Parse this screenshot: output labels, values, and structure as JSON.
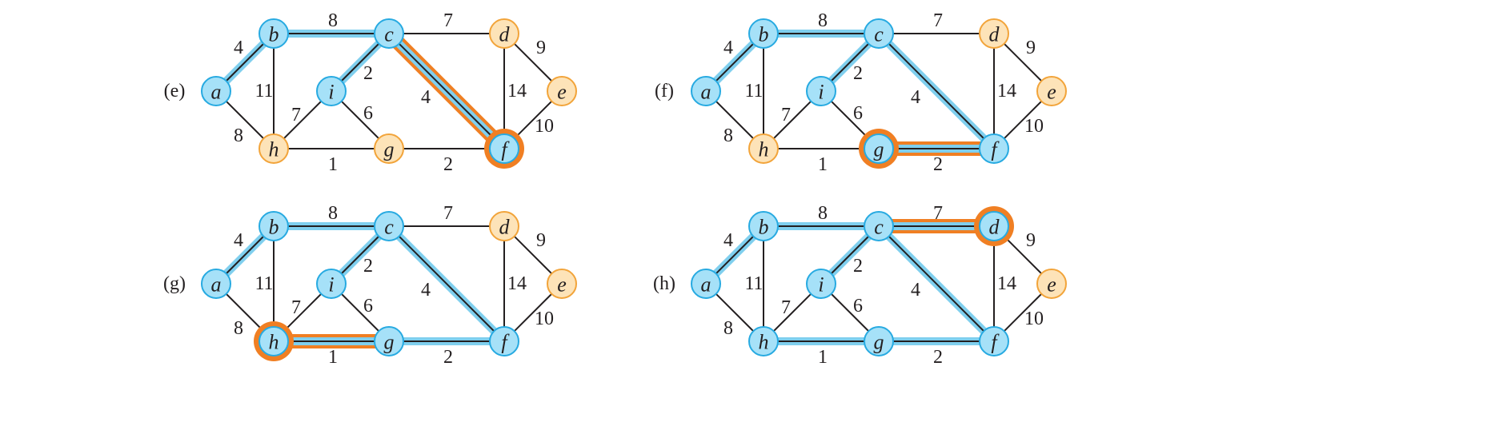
{
  "colors": {
    "tree_node_fill": "#a6e1f8",
    "tree_node_stroke": "#27aae1",
    "fringe_node_fill": "#fde3b8",
    "fringe_node_stroke": "#f2a43a",
    "tree_edge_halo": "#7fcfee",
    "new_highlight": "#f07f23",
    "edge": "#231f20",
    "text": "#231f20"
  },
  "graph": {
    "nodes": [
      {
        "id": "a",
        "label": "a"
      },
      {
        "id": "b",
        "label": "b"
      },
      {
        "id": "c",
        "label": "c"
      },
      {
        "id": "d",
        "label": "d"
      },
      {
        "id": "e",
        "label": "e"
      },
      {
        "id": "f",
        "label": "f"
      },
      {
        "id": "g",
        "label": "g"
      },
      {
        "id": "h",
        "label": "h"
      },
      {
        "id": "i",
        "label": "i"
      }
    ],
    "edges": [
      {
        "id": "ab",
        "from": "a",
        "to": "b",
        "weight": "4"
      },
      {
        "id": "bc",
        "from": "b",
        "to": "c",
        "weight": "8"
      },
      {
        "id": "cd",
        "from": "c",
        "to": "d",
        "weight": "7"
      },
      {
        "id": "de",
        "from": "d",
        "to": "e",
        "weight": "9"
      },
      {
        "id": "ah",
        "from": "a",
        "to": "h",
        "weight": "8"
      },
      {
        "id": "bh",
        "from": "b",
        "to": "h",
        "weight": "11"
      },
      {
        "id": "ci",
        "from": "c",
        "to": "i",
        "weight": "2"
      },
      {
        "id": "cf",
        "from": "c",
        "to": "f",
        "weight": "4"
      },
      {
        "id": "df",
        "from": "d",
        "to": "f",
        "weight": "14"
      },
      {
        "id": "ef",
        "from": "e",
        "to": "f",
        "weight": "10"
      },
      {
        "id": "hi",
        "from": "h",
        "to": "i",
        "weight": "7"
      },
      {
        "id": "ig",
        "from": "i",
        "to": "g",
        "weight": "6"
      },
      {
        "id": "hg",
        "from": "h",
        "to": "g",
        "weight": "1"
      },
      {
        "id": "gf",
        "from": "g",
        "to": "f",
        "weight": "2"
      }
    ]
  },
  "panels": [
    {
      "label": "(e)",
      "tree_nodes": [
        "a",
        "b",
        "c",
        "f",
        "i"
      ],
      "tree_edges": [
        "ab",
        "bc",
        "ci",
        "cf"
      ],
      "new_node": "f",
      "new_edge": "cf"
    },
    {
      "label": "(f)",
      "tree_nodes": [
        "a",
        "b",
        "c",
        "f",
        "g",
        "i"
      ],
      "tree_edges": [
        "ab",
        "bc",
        "ci",
        "cf",
        "gf"
      ],
      "new_node": "g",
      "new_edge": "gf"
    },
    {
      "label": "(g)",
      "tree_nodes": [
        "a",
        "b",
        "c",
        "f",
        "g",
        "h",
        "i"
      ],
      "tree_edges": [
        "ab",
        "bc",
        "ci",
        "cf",
        "gf",
        "hg"
      ],
      "new_node": "h",
      "new_edge": "hg"
    },
    {
      "label": "(h)",
      "tree_nodes": [
        "a",
        "b",
        "c",
        "d",
        "f",
        "g",
        "h",
        "i"
      ],
      "tree_edges": [
        "ab",
        "bc",
        "ci",
        "cf",
        "gf",
        "hg",
        "cd"
      ],
      "new_node": "d",
      "new_edge": "cd"
    }
  ]
}
